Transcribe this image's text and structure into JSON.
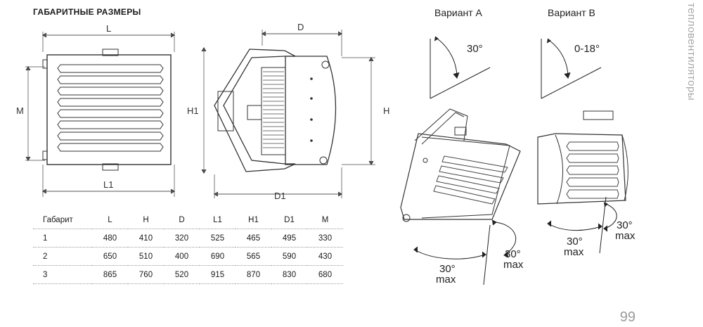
{
  "title": "ГАБАРИТНЫЕ РАЗМЕРЫ",
  "side_label": "тепловентиляторы",
  "page_number": "99",
  "variants": {
    "a": "Вариант А",
    "b": "Вариант В"
  },
  "dims": {
    "L": "L",
    "L1": "L1",
    "M": "M",
    "D": "D",
    "D1": "D1",
    "H": "H",
    "H1": "H1"
  },
  "angles": {
    "a_top": "30°",
    "b_top": "0-18°",
    "a_side": "30°",
    "a_side2": "max",
    "a_bottom": "30°",
    "a_bottom2": "max",
    "b_side": "30°",
    "b_side2": "max",
    "b_bottom": "30°",
    "b_bottom2": "max"
  },
  "table": {
    "headers": [
      "Габарит",
      "L",
      "H",
      "D",
      "L1",
      "H1",
      "D1",
      "M"
    ],
    "rows": [
      [
        "1",
        "480",
        "410",
        "320",
        "525",
        "465",
        "495",
        "330"
      ],
      [
        "2",
        "650",
        "510",
        "400",
        "690",
        "565",
        "590",
        "430"
      ],
      [
        "3",
        "865",
        "760",
        "520",
        "915",
        "870",
        "830",
        "680"
      ]
    ]
  }
}
